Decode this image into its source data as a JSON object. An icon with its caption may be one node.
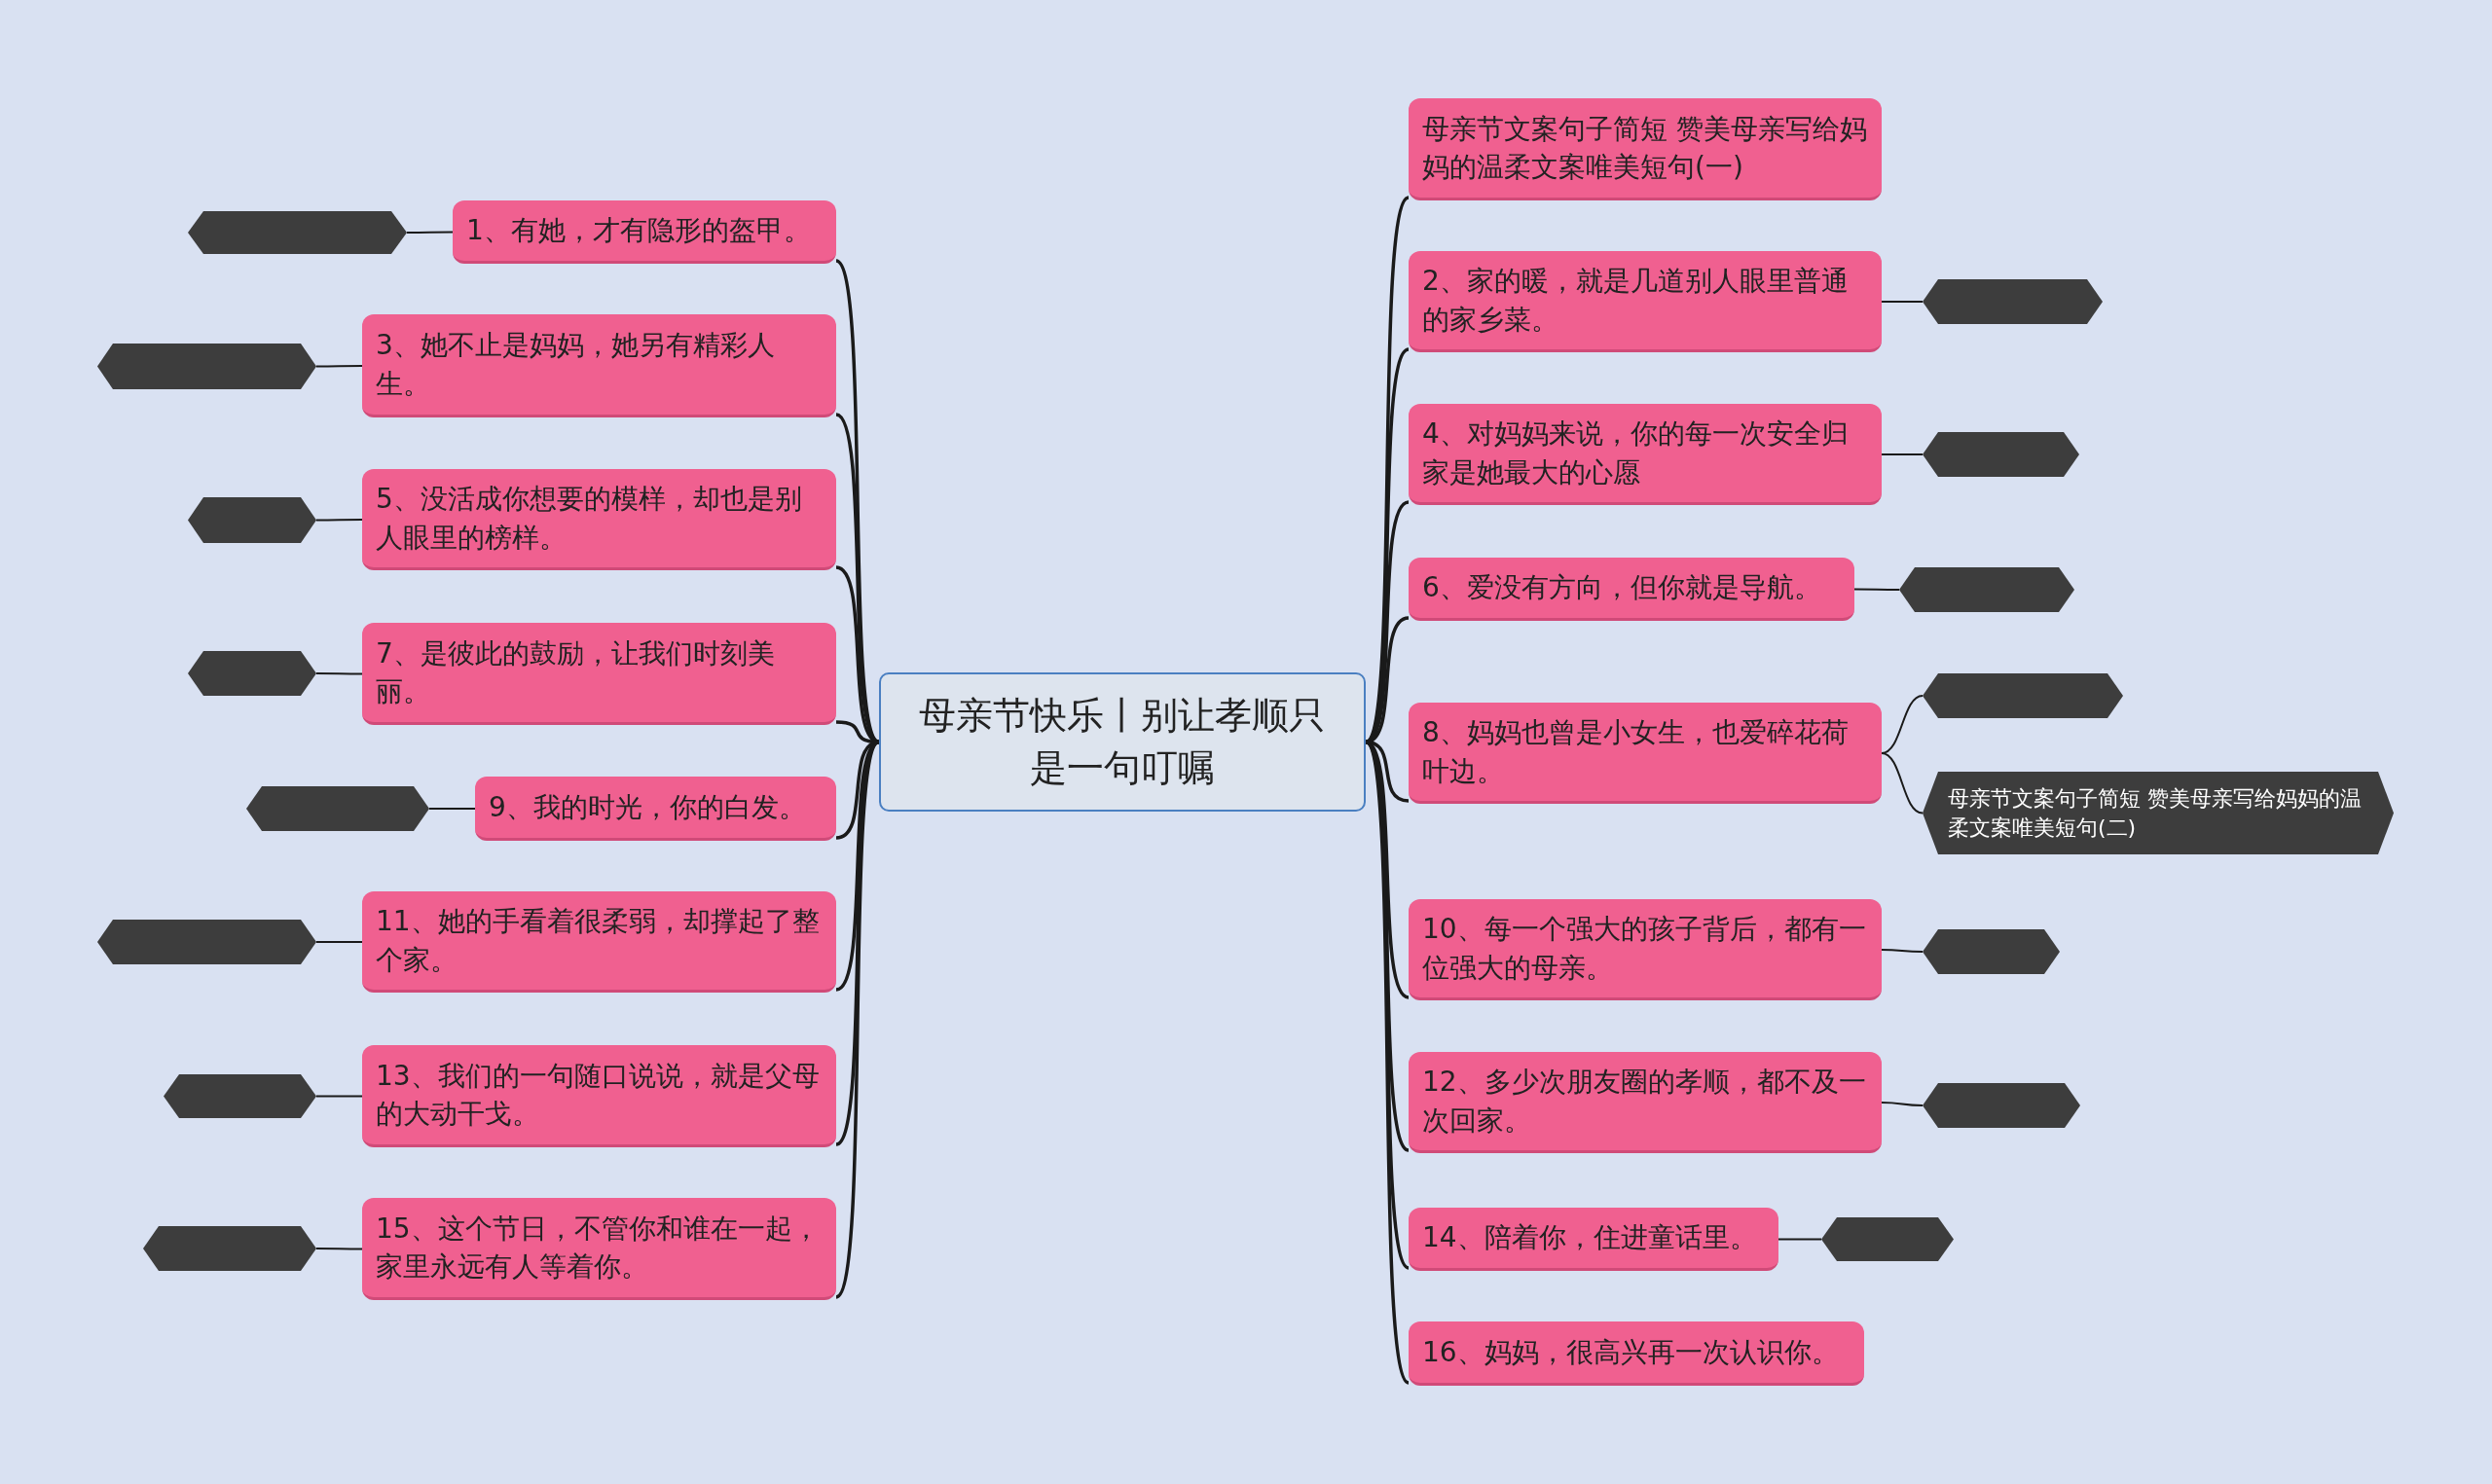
{
  "diagram": {
    "nodes": [
      {
        "text": [
          "母亲节快乐丨别让孝顺只是一句叮嘱"
        ]
      },
      {
        "text": [
          "母亲节文案句子简短 赞美母亲写给妈妈的温柔文案唯美短句(一)"
        ]
      },
      {
        "text": [
          "1、有她，才有隐形的盔甲。"
        ]
      },
      {
        "text": [],
        "shape": "hexagon"
      },
      {
        "text": [
          "2、家的暖，就是几道别人眼里普通的家乡菜。"
        ]
      },
      {
        "text": [],
        "shape": "hexagon"
      },
      {
        "text": [
          "3、她不止是妈妈，她另有精彩人生。"
        ]
      },
      {
        "text": [],
        "shape": "hexagon"
      },
      {
        "text": [
          "4、对妈妈来说，你的每一次安全归家是她最大的心愿"
        ]
      },
      {
        "text": [],
        "shape": "hexagon"
      },
      {
        "text": [
          "5、没活成你想要的模样，却也是别人眼里的榜样。"
        ]
      },
      {
        "text": [],
        "shape": "hexagon"
      },
      {
        "text": [
          "6、爱没有方向，但你就是导航。"
        ]
      },
      {
        "text": [],
        "shape": "hexagon"
      },
      {
        "text": [
          "7、是彼此的鼓励，让我们时刻美丽。"
        ]
      },
      {
        "text": [],
        "shape": "hexagon"
      },
      {
        "text": [
          "8、妈妈也曾是小女生，也爱碎花荷叶边。"
        ]
      },
      {
        "text": [],
        "shape": "hexagon"
      },
      {
        "text": [
          "母亲节文案句子简短 赞美母亲写给妈妈的温柔文案唯美短句(二)"
        ]
      },
      {
        "text": [
          "9、我的时光，你的白发。"
        ]
      },
      {
        "text": [],
        "shape": "hexagon"
      },
      {
        "text": [
          "10、每一个强大的孩子背后，都有一位强大的母亲。"
        ]
      },
      {
        "text": [],
        "shape": "hexagon"
      },
      {
        "text": [
          "11、她的手看着很柔弱，却撑起了整个家。"
        ]
      },
      {
        "text": [],
        "shape": "hexagon"
      },
      {
        "text": [
          "12、多少次朋友圈的孝顺，都不及一次回家。"
        ]
      },
      {
        "text": [],
        "shape": "hexagon"
      },
      {
        "text": [
          "13、我们的一句随口说说，就是父母的大动干戈。"
        ]
      },
      {
        "text": [],
        "shape": "hexagon"
      },
      {
        "text": [
          "14、陪着你，住进童话里。"
        ]
      },
      {
        "text": [],
        "shape": "hexagon"
      },
      {
        "text": [
          "15、这个节日，不管你和谁在一起，家里永远有人等着你。"
        ]
      },
      {
        "text": [
          "16、妈妈，很高兴再一次认识你。"
        ]
      },
      {
        "text": [],
        "shape": "hexagon"
      }
    ],
    "edges": [
      {
        "from": 0,
        "to": 1,
        "arrow": "none"
      },
      {
        "from": 0,
        "to": 2,
        "arrow": "none"
      },
      {
        "from": 2,
        "to": 3,
        "arrow": "none"
      },
      {
        "from": 0,
        "to": 4,
        "arrow": "none"
      },
      {
        "from": 4,
        "to": 5,
        "arrow": "none"
      },
      {
        "from": 0,
        "to": 6,
        "arrow": "none"
      },
      {
        "from": 6,
        "to": 7,
        "arrow": "none"
      },
      {
        "from": 0,
        "to": 8,
        "arrow": "none"
      },
      {
        "from": 8,
        "to": 9,
        "arrow": "none"
      },
      {
        "from": 0,
        "to": 10,
        "arrow": "none"
      },
      {
        "from": 10,
        "to": 11,
        "arrow": "none"
      },
      {
        "from": 0,
        "to": 12,
        "arrow": "none"
      },
      {
        "from": 12,
        "to": 13,
        "arrow": "none"
      },
      {
        "from": 0,
        "to": 14,
        "arrow": "none"
      },
      {
        "from": 14,
        "to": 15,
        "arrow": "none"
      },
      {
        "from": 0,
        "to": 16,
        "arrow": "none"
      },
      {
        "from": 16,
        "to": 17,
        "arrow": "none"
      },
      {
        "from": 16,
        "to": 18,
        "arrow": "none"
      },
      {
        "from": 0,
        "to": 19,
        "arrow": "none"
      },
      {
        "from": 19,
        "to": 20,
        "arrow": "none"
      },
      {
        "from": 0,
        "to": 21,
        "arrow": "none"
      },
      {
        "from": 21,
        "to": 22,
        "arrow": "none"
      },
      {
        "from": 0,
        "to": 23,
        "arrow": "none"
      },
      {
        "from": 23,
        "to": 24,
        "arrow": "none"
      },
      {
        "from": 0,
        "to": 25,
        "arrow": "none"
      },
      {
        "from": 25,
        "to": 26,
        "arrow": "none"
      },
      {
        "from": 0,
        "to": 27,
        "arrow": "none"
      },
      {
        "from": 27,
        "to": 28,
        "arrow": "none"
      },
      {
        "from": 0,
        "to": 29,
        "arrow": "none"
      },
      {
        "from": 29,
        "to": 30,
        "arrow": "none"
      },
      {
        "from": 0,
        "to": 31,
        "arrow": "none"
      },
      {
        "from": 0,
        "to": 32,
        "arrow": "none"
      },
      {
        "from": 31,
        "to": 33,
        "arrow": "none"
      }
    ]
  }
}
